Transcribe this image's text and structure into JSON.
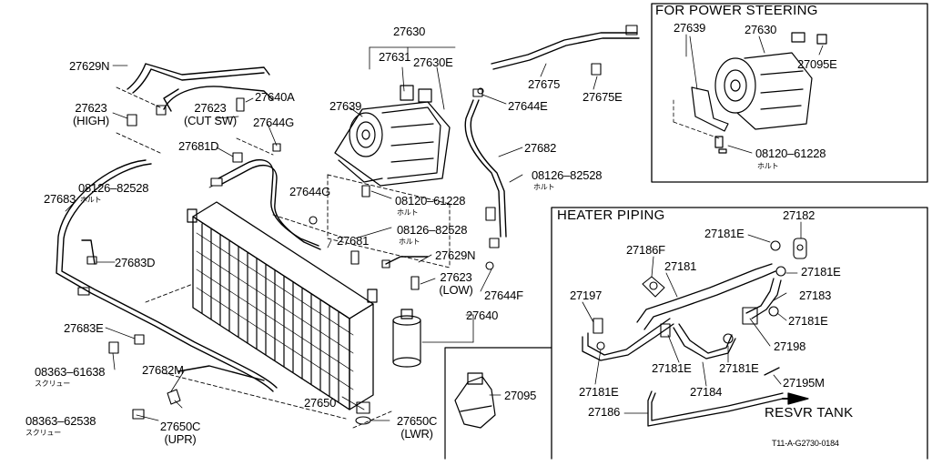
{
  "sections": {
    "power_steering": "FOR POWER STEERING",
    "heater_piping": "HEATER PIPING"
  },
  "labels": {
    "p27630_top": "27630",
    "p27631": "27631",
    "p27630E": "27630E",
    "p27629N_a": "27629N",
    "p27623_high_num": "27623",
    "p27623_high_tag": "(HIGH)",
    "p27623_cut_num": "27623",
    "p27623_cut_tag": "(CUT SW)",
    "p27640A": "27640A",
    "p27644G_a": "27644G",
    "p27681D": "27681D",
    "p27639_main": "27639",
    "p27675": "27675",
    "p27675E": "27675E",
    "p27644E": "27644E",
    "p27682": "27682",
    "bolt_08126_a": "08126–82528",
    "bolt_08126_a_sub": "ホルト",
    "bolt_08126_b": "08126–82528",
    "bolt_08126_b_sub": "ホルト",
    "bolt_08126_c": "08126–82528",
    "bolt_08126_c_sub": "ホルト",
    "bolt_08120_main": "08120–61228",
    "bolt_08120_main_sub": "ホルト",
    "p27683": "27683",
    "p27644G_b": "27644G",
    "p27681": "27681",
    "p27683D": "27683D",
    "p27629N_b": "27629N",
    "p27623_low_num": "27623",
    "p27623_low_tag": "(LOW)",
    "p27644F": "27644F",
    "p27640": "27640",
    "p27683E": "27683E",
    "screw_08363_a": "08363–61638",
    "screw_08363_a_sub": "スクリュー",
    "p27682M": "27682M",
    "p27650": "27650",
    "screw_08363_b": "08363–62538",
    "screw_08363_b_sub": "スクリュー",
    "p27650C_num": "27650C",
    "p27650C_tag": "(UPR)",
    "p27650C_lwr_num": "27650C",
    "p27650C_lwr_tag": "(LWR)",
    "p27095_main": "27095",
    "ps_27639": "27639",
    "ps_27630": "27630",
    "ps_27095E": "27095E",
    "ps_08120": "08120–61228",
    "ps_08120_sub": "ホルト",
    "hp_27181E_a": "27181E",
    "hp_27182": "27182",
    "hp_27186F": "27186F",
    "hp_27181": "27181",
    "hp_27181E_b": "27181E",
    "hp_27197": "27197",
    "hp_27183": "27183",
    "hp_27181E_c": "27181E",
    "hp_27198": "27198",
    "hp_27181E_d": "27181E",
    "hp_27181E_e": "27181E",
    "hp_27181E_f": "27181E",
    "hp_27184": "27184",
    "hp_27195M": "27195M",
    "hp_27186": "27186",
    "hp_resvr": "RESVR TANK",
    "figure_code": "T11-A-G2730-0184"
  }
}
